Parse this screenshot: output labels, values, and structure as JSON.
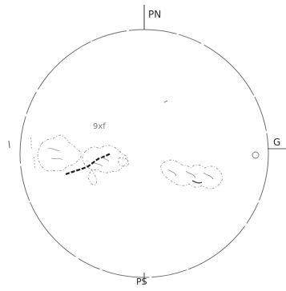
{
  "labels": {
    "north": "PN",
    "south": "PS",
    "west_marker": "G"
  },
  "annotations": {
    "upper_left_note": "9xf"
  },
  "colors": {
    "background": "#ffffff",
    "ink": "#2a2a2a",
    "disk": "#6e6e6e",
    "dashed_line": "#1a1a1a"
  }
}
